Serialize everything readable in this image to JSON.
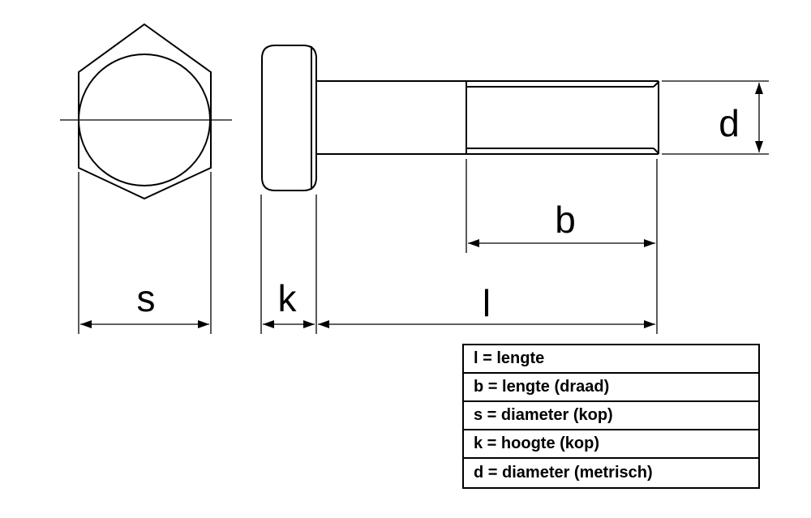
{
  "labels": {
    "s": "s",
    "k": "k",
    "l": "l",
    "b": "b",
    "d": "d"
  },
  "legend": {
    "rows": [
      "l = lengte",
      "b = lengte (draad)",
      "s = diameter (kop)",
      "k = hoogte (kop)",
      "d = diameter (metrisch)"
    ]
  },
  "colors": {
    "line": "#000000",
    "background": "#ffffff"
  }
}
